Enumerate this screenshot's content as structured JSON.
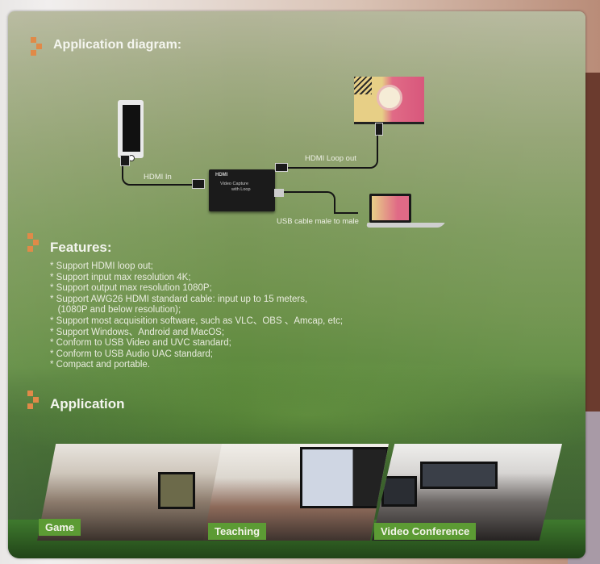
{
  "box_back": {
    "diagram_section": {
      "title": "Application diagram:",
      "device": {
        "brand": "HDMI",
        "line1": "Video   Capture",
        "line2": "with Loop"
      },
      "labels": {
        "hdmi_in": "HDMI In",
        "hdmi_loop_out": "HDMI Loop out",
        "usb_cable": "USB cable male to male"
      }
    },
    "features_section": {
      "title": "Features:",
      "items": [
        "* Support HDMI loop out;",
        "* Support input max resolution 4K;",
        "* Support output max resolution 1080P;",
        "* Support AWG26 HDMI standard cable: input up to 15 meters,",
        "   (1080P and below resolution);",
        "* Support most acquisition software, such as VLC、OBS 、Amcap, etc;",
        "* Support Windows、Android and MacOS;",
        "* Conform to USB Video and UVC standard;",
        "* Conform to USB Audio UAC standard;",
        "* Compact and portable."
      ]
    },
    "application_section": {
      "title": "Application",
      "photos": [
        {
          "label": "Game"
        },
        {
          "label": "Teaching"
        },
        {
          "label": "Video Conference"
        }
      ]
    },
    "colors": {
      "box_green": "#6c9149",
      "accent_orange": "#e08a48",
      "tag_green": "#5c9b34",
      "text": "#f4f5ef"
    }
  }
}
